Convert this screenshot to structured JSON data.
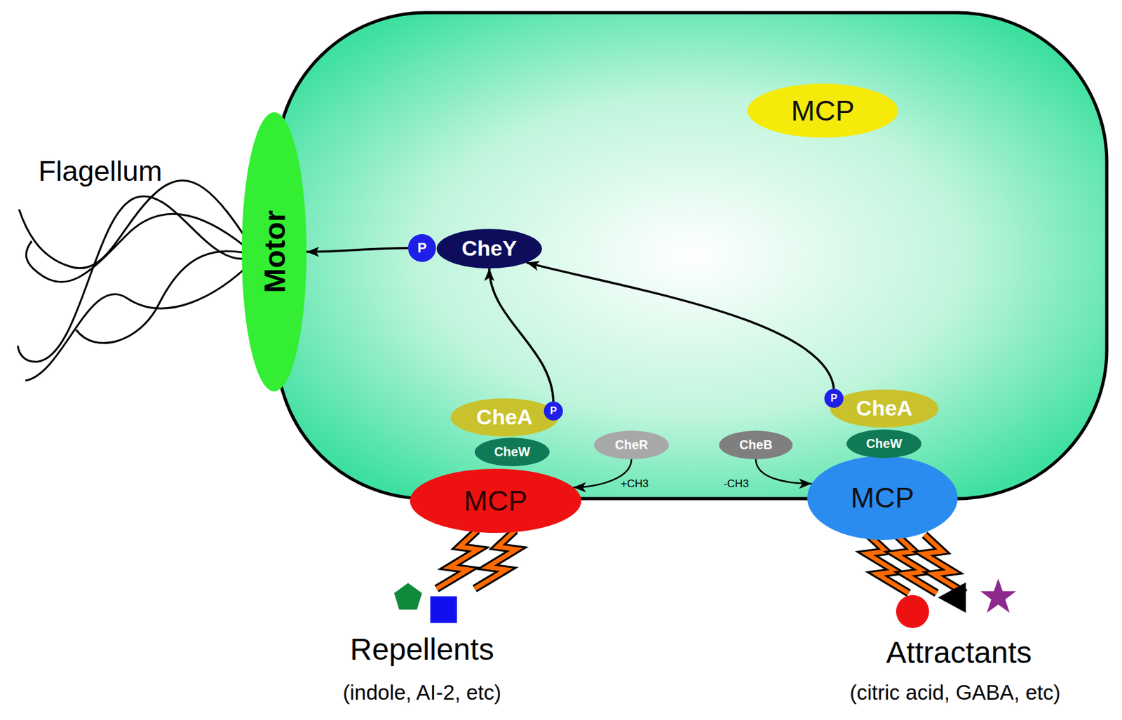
{
  "diagram": {
    "nodes": [
      {
        "text": [
          "Motor"
        ]
      },
      {
        "text": [
          "MCP"
        ]
      },
      {
        "text": [
          "P"
        ]
      },
      {
        "text": [
          "CheY"
        ]
      },
      {
        "text": [
          "CheA"
        ]
      },
      {
        "text": [
          "P"
        ]
      },
      {
        "text": [
          "CheA"
        ]
      },
      {
        "text": [
          "P"
        ]
      },
      {
        "text": [
          "CheW"
        ]
      },
      {
        "text": [
          "CheW"
        ]
      },
      {
        "text": [
          "CheR"
        ]
      },
      {
        "text": [
          "CheB"
        ]
      },
      {
        "text": [
          "MCP"
        ]
      },
      {
        "text": [
          "MCP"
        ]
      }
    ],
    "edges": [
      {
        "from": 2,
        "to": 0,
        "arrow": "to"
      },
      {
        "from": 5,
        "to": 3,
        "arrow": "to"
      },
      {
        "from": 7,
        "to": 3,
        "arrow": "to"
      },
      {
        "from": 10,
        "to": 12,
        "label": "+CH3",
        "arrow": "to"
      },
      {
        "from": 11,
        "to": 13,
        "label": "-CH3",
        "arrow": "to"
      }
    ],
    "labels": [
      "Flagellum",
      "Repellents",
      "(indole, AI-2, etc)",
      "Attractants",
      "(citric acid, GABA, etc)"
    ]
  }
}
